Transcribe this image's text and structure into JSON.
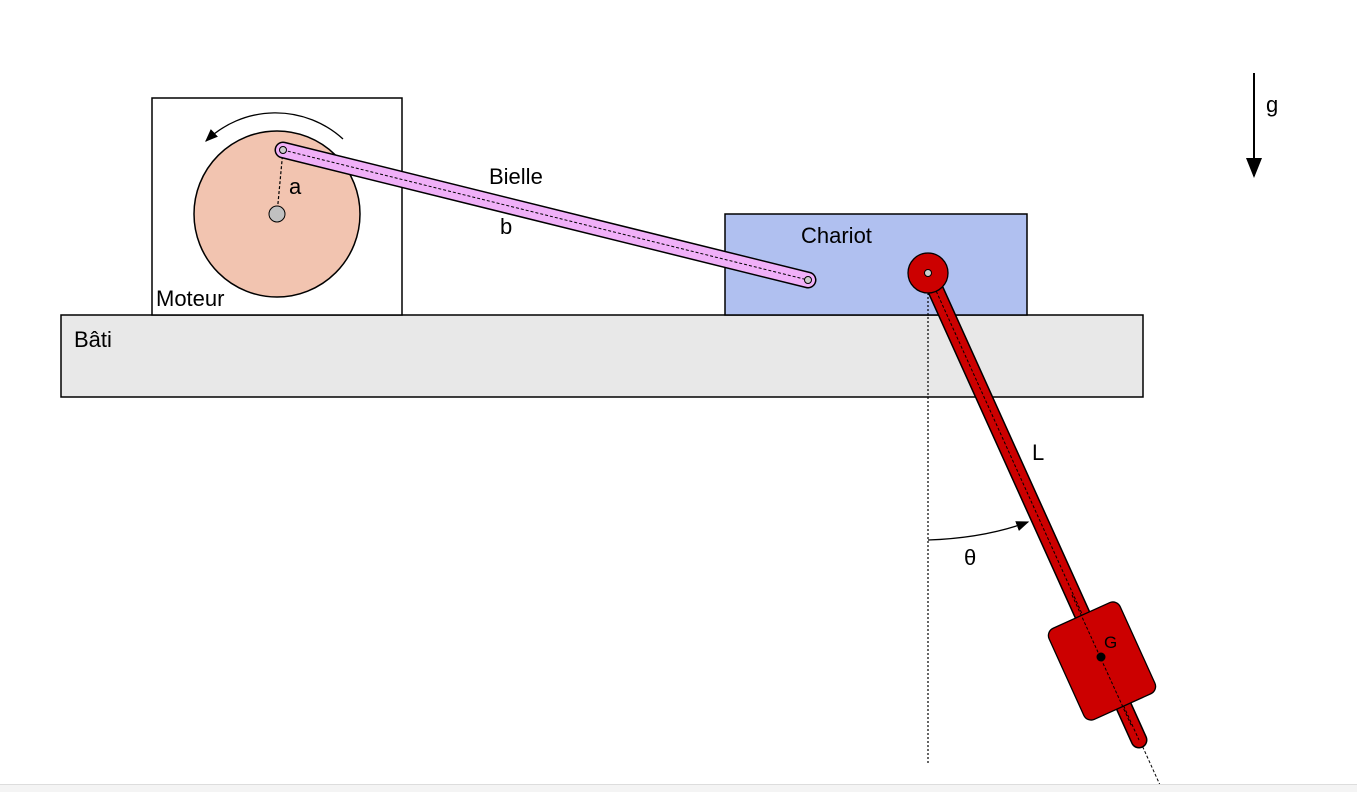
{
  "labels": {
    "moteur": "Moteur",
    "bati": "Bâti",
    "bielle": "Bielle",
    "chariot": "Chariot",
    "a": "a",
    "b": "b",
    "L": "L",
    "theta": "θ",
    "G": "G",
    "g": "g"
  },
  "colors": {
    "disk": "#f2c4b0",
    "bielle": "#f0b0f8",
    "chariot": "#b0c0f0",
    "bati": "#e8e8e8",
    "pendulum": "#cc0000"
  }
}
